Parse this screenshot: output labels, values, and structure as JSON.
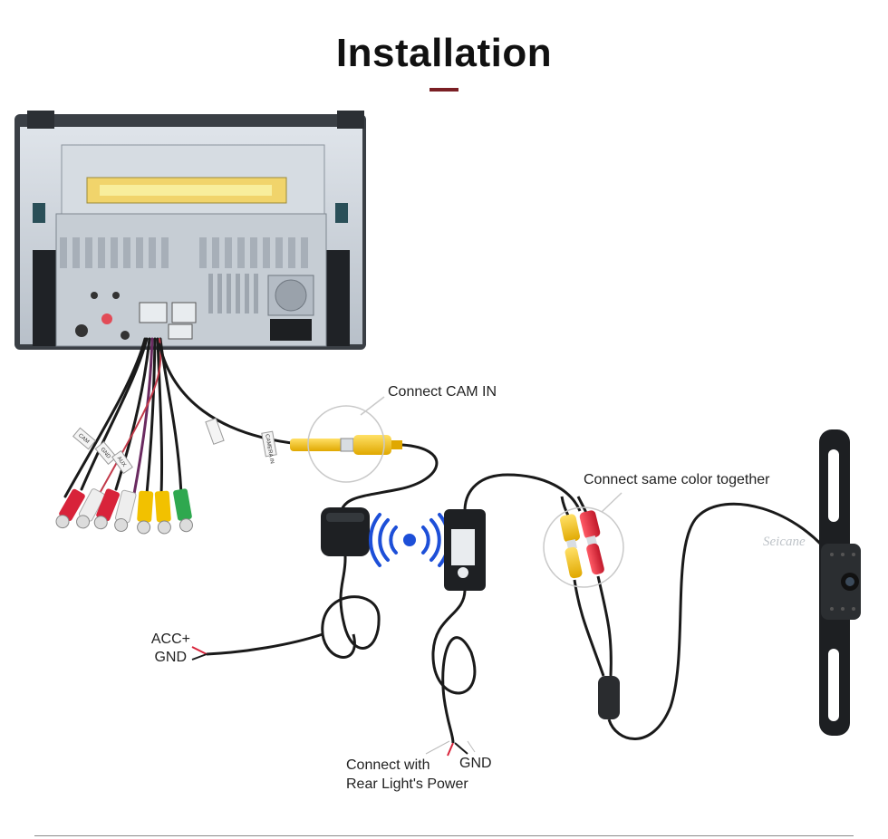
{
  "title": "Installation",
  "labels": {
    "connect_cam_in": "Connect CAM IN",
    "connect_same_color": "Connect same color together",
    "acc": "ACC+",
    "gnd_left": "GND",
    "connect_with_line1": "Connect with",
    "connect_with_line2": "Rear Light's Power",
    "gnd_bottom": "GND"
  },
  "cable_tags": {
    "cam": "CAM",
    "gnd": "GND",
    "aux": "AUX",
    "camera_in": "CAMERA IN"
  },
  "watermark": "Seicane",
  "colors": {
    "accent_bar": "#7a1f24",
    "rca_red": "#d8233a",
    "rca_yellow": "#f2c100",
    "rca_green": "#2fa84f",
    "rca_white": "#eeeeee",
    "signal_blue": "#1d4fd8",
    "cable": "#1a1a1a",
    "chassis": "#c9d0d8"
  }
}
